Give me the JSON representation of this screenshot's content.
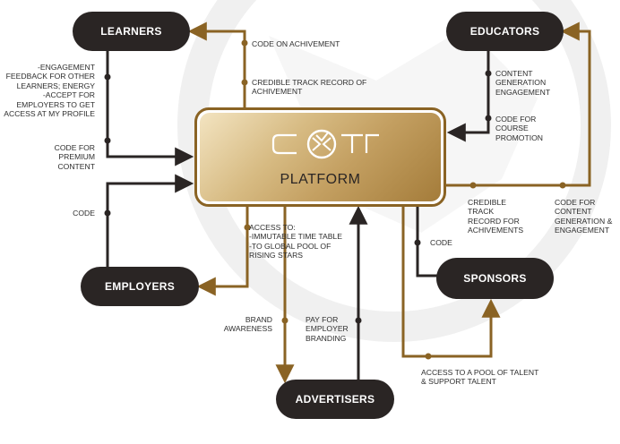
{
  "colors": {
    "gold": "#8a6324",
    "dark": "#2a2524"
  },
  "nodes": {
    "learners": "LEARNERS",
    "educators": "EDUCATORS",
    "employers": "EMPLOYERS",
    "sponsors": "SPONSORS",
    "advertisers": "ADVERTISERS",
    "platform": "PLATFORM",
    "logo_text": "C⊗TR"
  },
  "labels": {
    "code_on_achivement": "CODE ON ACHIVEMENT",
    "credible_track_record_top": "CREDIBLE TRACK RECORD OF\nACHIVEMENT",
    "learners_engagement": "-ENGAGEMENT\nFEEDBACK FOR OTHER\nLEARNERS; ENERGY\n-ACCEPT FOR\nEMPLOYERS TO GET\nACCESS AT MY PROFILE",
    "code_for_premium": "CODE FOR\nPREMIUM\nCONTENT",
    "code_employers": "CODE",
    "access_to": "ACCESS TO:\n-IMMUTABLE TIME TABLE\n-TO GLOBAL POOL OF\nRISING STARS",
    "content_generation": "CONTENT\nGENERATION\nENGAGEMENT",
    "code_for_course": "CODE FOR\nCOURSE\nPROMOTION",
    "credible_track_record_right": "CREDIBLE\nTRACK\nRECORD FOR\nACHIVEMENTS",
    "code_for_content": "CODE FOR\nCONTENT\nGENERATION &\nENGAGEMENT",
    "code_sponsors": "CODE",
    "brand_awareness": "BRAND\nAWARENESS",
    "pay_for_employer": "PAY FOR\nEMPLOYER\nBRANDING",
    "access_pool": "ACCESS TO A POOL OF TALENT\n& SUPPORT TALENT"
  }
}
